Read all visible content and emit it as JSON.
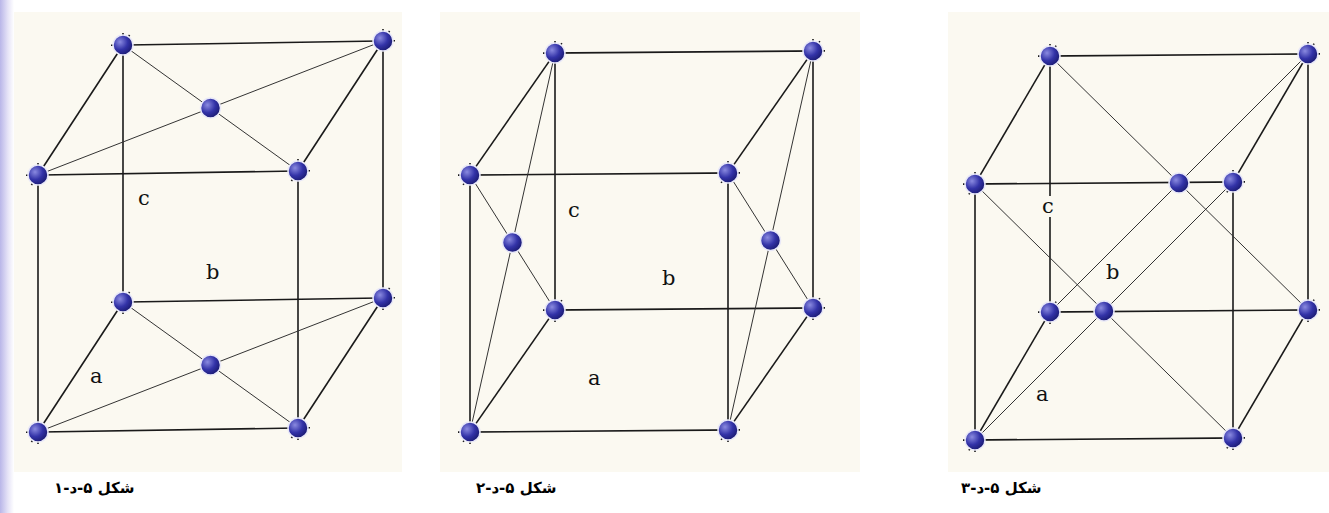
{
  "diagram": {
    "labels": [
      "c",
      "b",
      "a",
      "c",
      "b",
      "a",
      "c",
      "b",
      "a",
      "شکل ۵-د-۱",
      "شکل ۵-د-۲",
      "شکل ۵-د-۳"
    ]
  }
}
